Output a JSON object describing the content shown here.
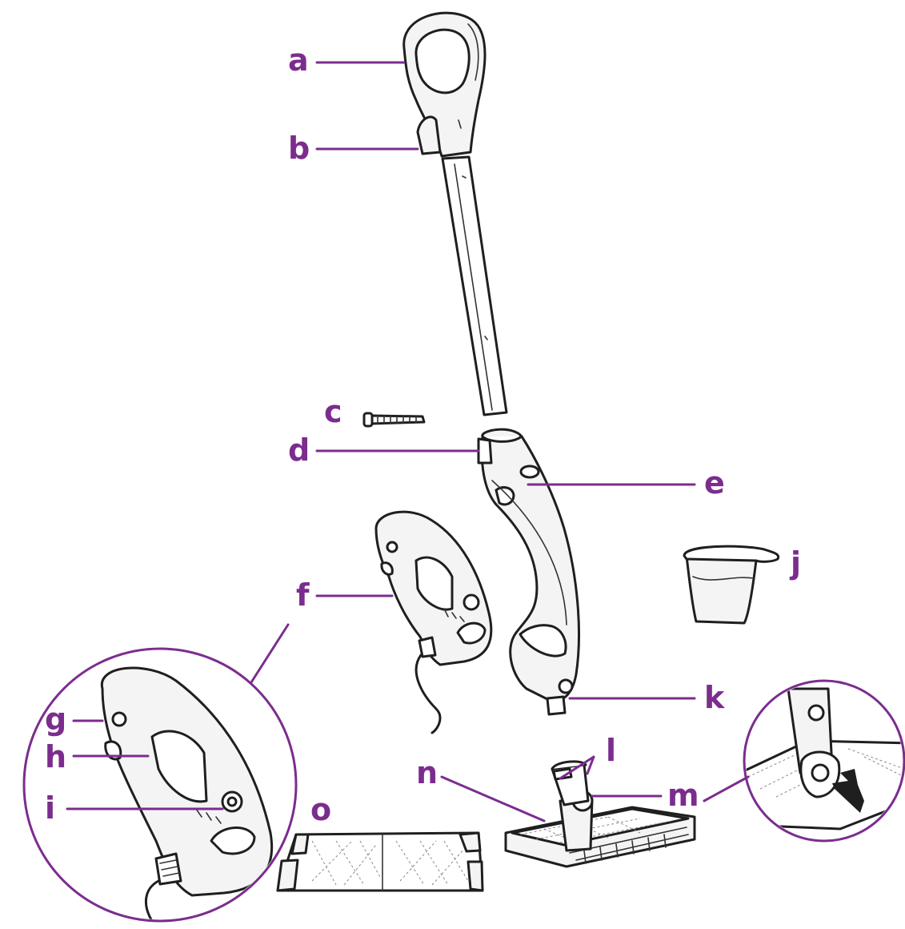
{
  "diagram": {
    "accent_color": "#7b2d8e",
    "line_color": "#1f1f1f",
    "labels": {
      "a": "a",
      "b": "b",
      "c": "c",
      "d": "d",
      "e": "e",
      "f": "f",
      "g": "g",
      "h": "h",
      "i": "i",
      "j": "j",
      "k": "k",
      "l": "l",
      "m": "m",
      "n": "n",
      "o": "o"
    }
  }
}
